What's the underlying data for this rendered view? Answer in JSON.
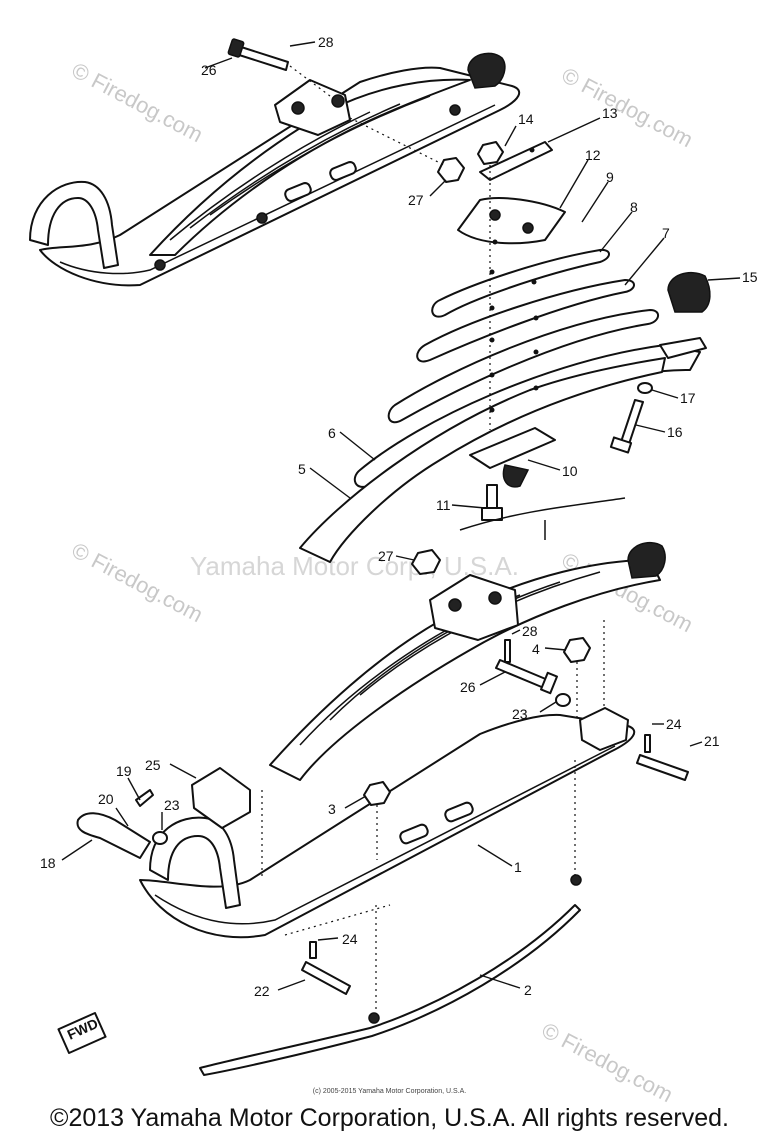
{
  "callouts": {
    "c1": "1",
    "c2": "2",
    "c3": "3",
    "c4": "4",
    "c5": "5",
    "c6": "6",
    "c7": "7",
    "c8": "8",
    "c9": "9",
    "c10": "10",
    "c11": "11",
    "c12": "12",
    "c13": "13",
    "c14": "14",
    "c15": "15",
    "c16": "16",
    "c17": "17",
    "c18": "18",
    "c19": "19",
    "c20": "20",
    "c21": "21",
    "c22": "22",
    "c23a": "23",
    "c23b": "23",
    "c24a": "24",
    "c24b": "24",
    "c25": "25",
    "c26a": "26",
    "c26b": "26",
    "c27a": "27",
    "c27b": "27",
    "c28a": "28",
    "c28b": "28"
  },
  "fwd_label": "FWD",
  "watermarks": {
    "firedog": "© Firedog.com",
    "center": "Yamaha Motor Corp., U.S.A."
  },
  "small_copyright": "(c) 2005-2015 Yamaha Motor Corporation, U.S.A.",
  "footer_copyright": "©2013 Yamaha Motor Corporation, U.S.A. All rights reserved."
}
